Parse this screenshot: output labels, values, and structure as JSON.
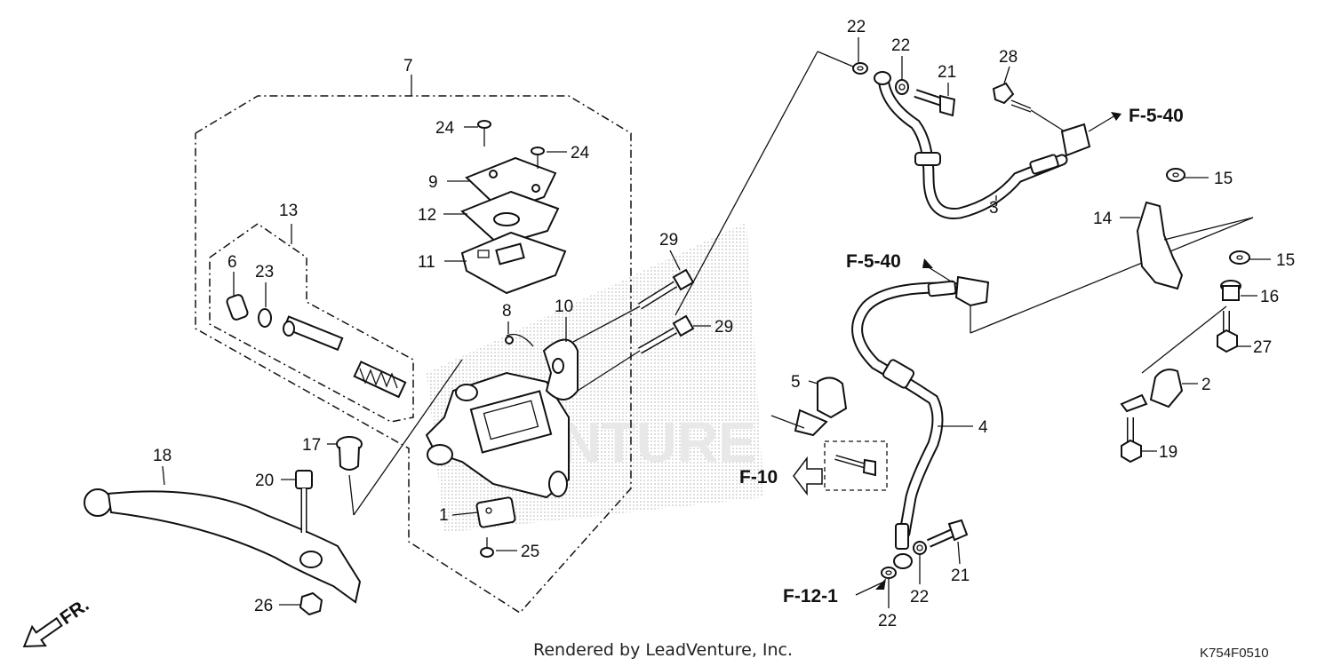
{
  "diagram": {
    "labels": {
      "p1": "1",
      "p2": "2",
      "p3": "3",
      "p4": "4",
      "p5": "5",
      "p6": "6",
      "p7": "7",
      "p8": "8",
      "p9": "9",
      "p10": "10",
      "p11": "11",
      "p12": "12",
      "p13": "13",
      "p14": "14",
      "p15a": "15",
      "p15b": "15",
      "p16": "16",
      "p17": "17",
      "p18": "18",
      "p19": "19",
      "p20": "20",
      "p21a": "21",
      "p21b": "21",
      "p22a": "22",
      "p22b": "22",
      "p22c": "22",
      "p22d": "22",
      "p23": "23",
      "p24a": "24",
      "p24b": "24",
      "p25": "25",
      "p26": "26",
      "p27": "27",
      "p28": "28",
      "p29a": "29",
      "p29b": "29"
    },
    "references": {
      "f540_top": "F-5-40",
      "f540_mid": "F-5-40",
      "f10": "F-10",
      "f121": "F-12-1"
    },
    "front_marker": "FR.",
    "footer": "Rendered by LeadVenture, Inc.",
    "diagram_code": "K754F0510",
    "watermark": "VENTURE"
  }
}
